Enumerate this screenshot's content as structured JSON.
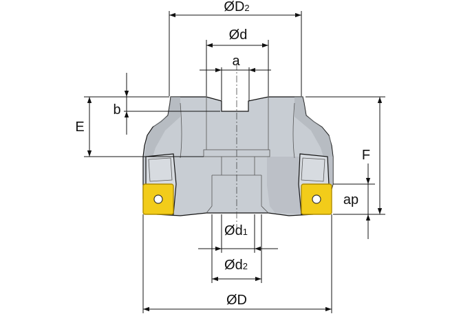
{
  "colors": {
    "body_fill": "#c8cdd3",
    "body_shade": "#a9aeb5",
    "insert_fill": "#f2cc1a",
    "insert_edge": "#b08d00",
    "line": "#111111"
  },
  "labels": {
    "D2": {
      "sym": "Ø",
      "main": "D",
      "sub": "2"
    },
    "d": {
      "sym": "Ø",
      "main": "d",
      "sub": ""
    },
    "a": {
      "sym": "",
      "main": "a",
      "sub": ""
    },
    "b": {
      "sym": "",
      "main": "b",
      "sub": ""
    },
    "E": {
      "sym": "",
      "main": "E",
      "sub": ""
    },
    "F": {
      "sym": "",
      "main": "F",
      "sub": ""
    },
    "ap": {
      "sym": "",
      "main": "ap",
      "sub": ""
    },
    "d1": {
      "sym": "Ø",
      "main": "d",
      "sub": "1"
    },
    "d2": {
      "sym": "Ø",
      "main": "d",
      "sub": "2"
    },
    "D": {
      "sym": "Ø",
      "main": "D",
      "sub": ""
    }
  }
}
